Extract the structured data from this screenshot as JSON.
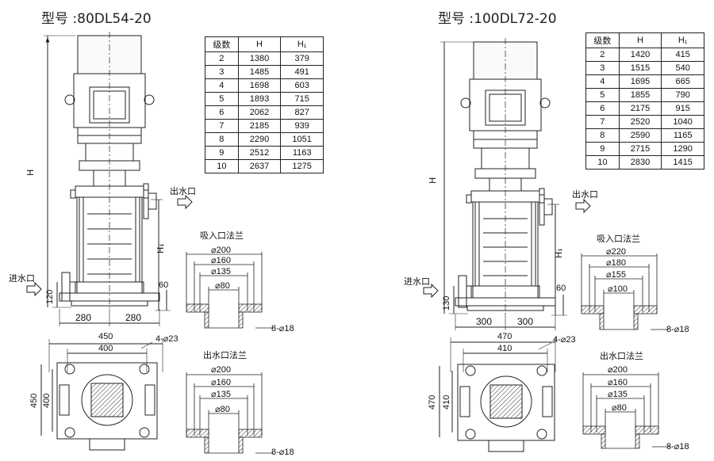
{
  "pumps": [
    {
      "model": "型号 :80DL54-20",
      "table": {
        "headers": [
          "级数",
          "H",
          "H₁"
        ],
        "rows": [
          [
            "2",
            "1380",
            "379"
          ],
          [
            "3",
            "1485",
            "491"
          ],
          [
            "4",
            "1698",
            "603"
          ],
          [
            "5",
            "1893",
            "715"
          ],
          [
            "6",
            "2062",
            "827"
          ],
          [
            "7",
            "2185",
            "939"
          ],
          [
            "8",
            "2290",
            "1051"
          ],
          [
            "9",
            "2512",
            "1163"
          ],
          [
            "10",
            "2637",
            "1275"
          ]
        ]
      },
      "elevation": {
        "h_label": "H",
        "h1_label": "H₁",
        "outlet_label": "出水口",
        "inlet_label": "进水口",
        "dim_60": "60",
        "dim_inlet_height": "120",
        "base_left": "280",
        "base_right": "280"
      },
      "plan": {
        "width_outer": "450",
        "width_inner": "400",
        "height_outer": "450",
        "height_inner": "400",
        "bolt_holes": "4-⌀23"
      },
      "inlet_flange": {
        "title": "吸入口法兰",
        "d1": "⌀200",
        "d2": "⌀160",
        "d3": "⌀135",
        "d4": "⌀80",
        "holes": "8-⌀18"
      },
      "outlet_flange": {
        "title": "出水口法兰",
        "d1": "⌀200",
        "d2": "⌀160",
        "d3": "⌀135",
        "d4": "⌀80",
        "holes": "8-⌀18"
      }
    },
    {
      "model": "型号 :100DL72-20",
      "table": {
        "headers": [
          "级数",
          "H",
          "H₁"
        ],
        "rows": [
          [
            "2",
            "1420",
            "415"
          ],
          [
            "3",
            "1515",
            "540"
          ],
          [
            "4",
            "1695",
            "665"
          ],
          [
            "5",
            "1855",
            "790"
          ],
          [
            "6",
            "2175",
            "915"
          ],
          [
            "7",
            "2520",
            "1040"
          ],
          [
            "8",
            "2590",
            "1165"
          ],
          [
            "9",
            "2715",
            "1290"
          ],
          [
            "10",
            "2830",
            "1415"
          ]
        ]
      },
      "elevation": {
        "h_label": "H",
        "h1_label": "H₁",
        "outlet_label": "出水口",
        "inlet_label": "进水口",
        "dim_60": "60",
        "dim_inlet_height": "130",
        "base_left": "300",
        "base_right": "300"
      },
      "plan": {
        "width_outer": "470",
        "width_inner": "410",
        "height_outer": "470",
        "height_inner": "410",
        "bolt_holes": "4-⌀23"
      },
      "inlet_flange": {
        "title": "吸入口法兰",
        "d1": "⌀220",
        "d2": "⌀180",
        "d3": "⌀155",
        "d4": "⌀100",
        "holes": "8-⌀18"
      },
      "outlet_flange": {
        "title": "出水口法兰",
        "d1": "⌀200",
        "d2": "⌀160",
        "d3": "⌀135",
        "d4": "⌀80",
        "holes": "8-⌀18"
      }
    }
  ]
}
